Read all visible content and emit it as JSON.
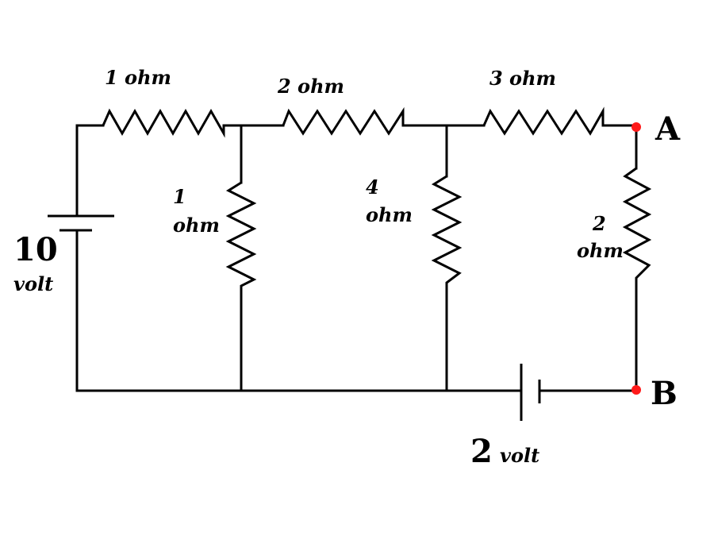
{
  "labels": {
    "r_top1": "1 ohm",
    "r_top2": "2 ohm",
    "r_top3": "3 ohm",
    "r_mid1_value": "1",
    "r_mid1_unit": "ohm",
    "r_mid2_value": "4",
    "r_mid2_unit": "ohm",
    "r_right_value": "2",
    "r_right_unit": "ohm",
    "battery_left_value": "10",
    "battery_left_unit": "volt",
    "battery_bottom_value": "2",
    "battery_bottom_unit": "volt",
    "terminal_a": "A",
    "terminal_b": "B"
  },
  "colors": {
    "wire": "#000000",
    "terminal": "#ff1a1a"
  }
}
